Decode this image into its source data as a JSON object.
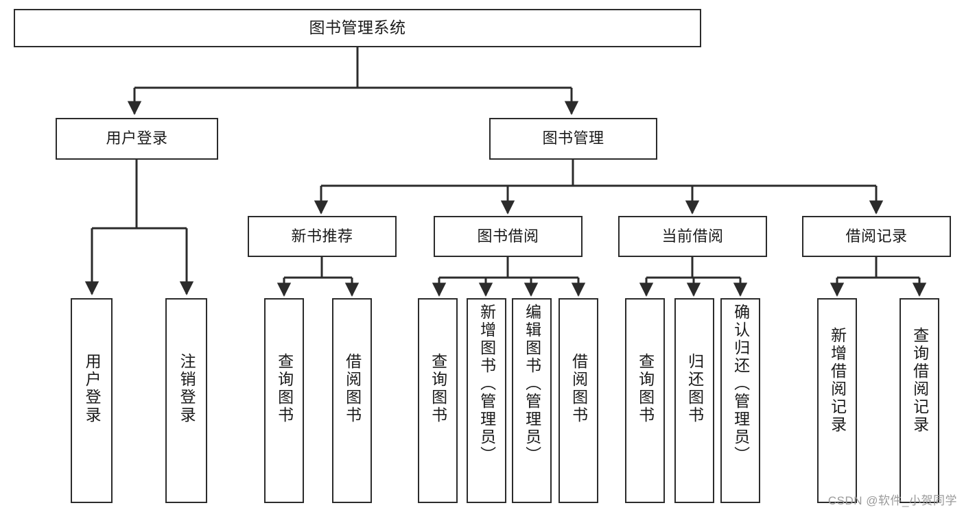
{
  "diagram": {
    "type": "tree-hierarchy-diagram",
    "title": "图书管理系统",
    "watermark": "CSDN @软件_小贺同学",
    "colors": {
      "stroke": "#2b2b2b",
      "fill": "#ffffff",
      "text": "#1a1a1a",
      "watermark": "#9a9a9a"
    },
    "nodes": {
      "root": {
        "label": "图书管理系统",
        "level": 0,
        "orientation": "horizontal"
      },
      "l1": [
        {
          "id": "user-login",
          "label": "用户登录",
          "level": 1,
          "orientation": "horizontal"
        },
        {
          "id": "book-manage",
          "label": "图书管理",
          "level": 1,
          "orientation": "horizontal"
        }
      ],
      "l2": [
        {
          "id": "new-book-recommend",
          "label": "新书推荐",
          "level": 2,
          "orientation": "horizontal",
          "parent": "book-manage"
        },
        {
          "id": "book-borrow",
          "label": "图书借阅",
          "level": 2,
          "orientation": "horizontal",
          "parent": "book-manage"
        },
        {
          "id": "current-borrow",
          "label": "当前借阅",
          "level": 2,
          "orientation": "horizontal",
          "parent": "book-manage"
        },
        {
          "id": "borrow-record",
          "label": "借阅记录",
          "level": 2,
          "orientation": "horizontal",
          "parent": "book-manage"
        }
      ],
      "leaves": [
        {
          "id": "leaf-user-login",
          "label": "用户登录",
          "parent": "user-login",
          "orientation": "vertical"
        },
        {
          "id": "leaf-logout-login",
          "label": "注销登录",
          "parent": "user-login",
          "orientation": "vertical"
        },
        {
          "id": "leaf-query-book-1",
          "label": "查询图书",
          "parent": "new-book-recommend",
          "orientation": "vertical"
        },
        {
          "id": "leaf-borrow-book-1",
          "label": "借阅图书",
          "parent": "new-book-recommend",
          "orientation": "vertical"
        },
        {
          "id": "leaf-query-book-2",
          "label": "查询图书",
          "parent": "book-borrow",
          "orientation": "vertical"
        },
        {
          "id": "leaf-add-book-admin",
          "label": "新增图书（管理员）",
          "parent": "book-borrow",
          "orientation": "vertical"
        },
        {
          "id": "leaf-edit-book-admin",
          "label": "编辑图书（管理员）",
          "parent": "book-borrow",
          "orientation": "vertical"
        },
        {
          "id": "leaf-borrow-book-2",
          "label": "借阅图书",
          "parent": "book-borrow",
          "orientation": "vertical"
        },
        {
          "id": "leaf-query-book-3",
          "label": "查询图书",
          "parent": "current-borrow",
          "orientation": "vertical"
        },
        {
          "id": "leaf-return-book",
          "label": "归还图书",
          "parent": "current-borrow",
          "orientation": "vertical"
        },
        {
          "id": "leaf-confirm-return-admin",
          "label": "确认归还（管理员）",
          "parent": "current-borrow",
          "orientation": "vertical"
        },
        {
          "id": "leaf-add-borrow-record",
          "label": "新增借阅记录",
          "parent": "borrow-record",
          "orientation": "vertical"
        },
        {
          "id": "leaf-query-borrow-record",
          "label": "查询借阅记录",
          "parent": "borrow-record",
          "orientation": "vertical"
        }
      ]
    }
  }
}
